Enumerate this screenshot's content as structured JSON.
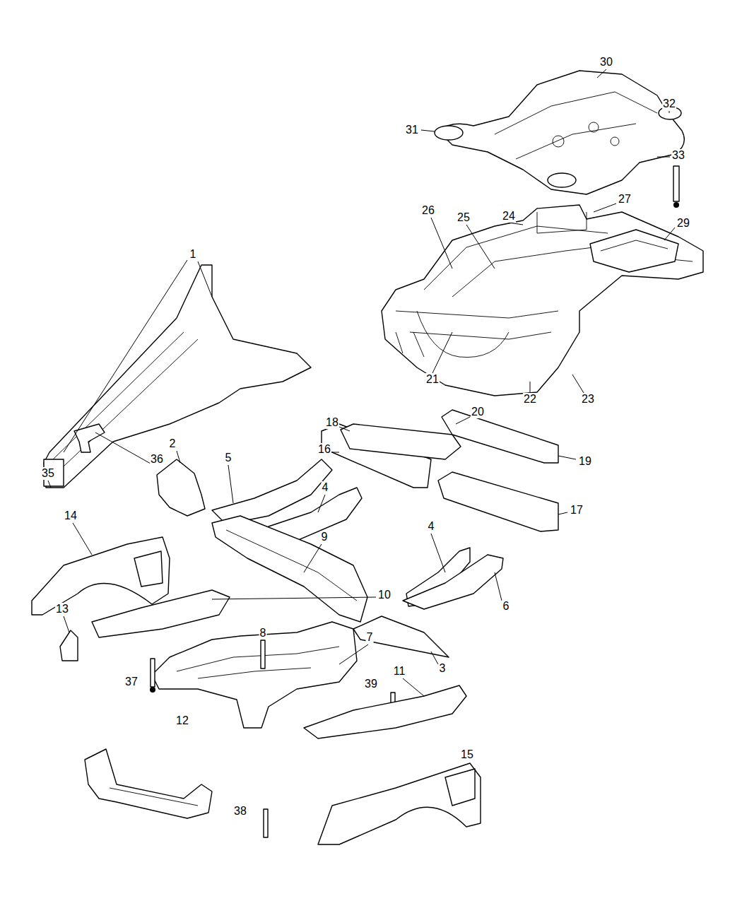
{
  "diagram": {
    "labels": [
      "30",
      "32",
      "31",
      "33",
      "27",
      "26",
      "24",
      "25",
      "29",
      "1",
      "21",
      "22",
      "23",
      "20",
      "18",
      "2",
      "16",
      "5",
      "36",
      "19",
      "35",
      "4",
      "17",
      "14",
      "4",
      "9",
      "10",
      "6",
      "13",
      "8",
      "7",
      "3",
      "11",
      "39",
      "37",
      "12",
      "15",
      "38"
    ]
  }
}
